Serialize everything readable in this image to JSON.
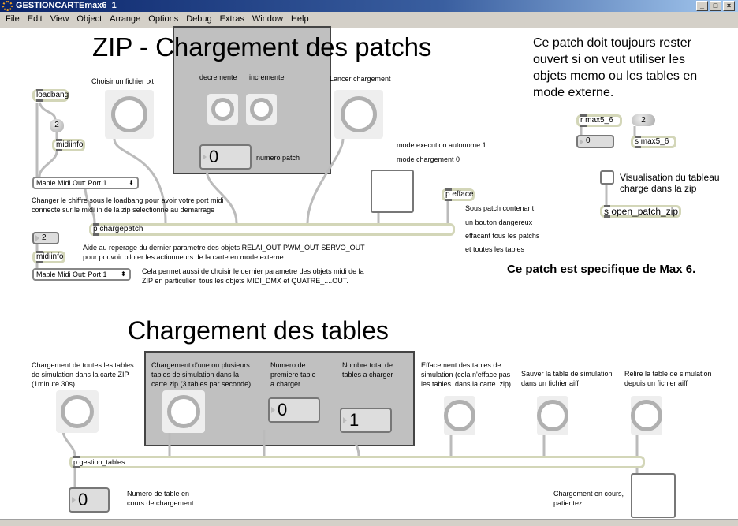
{
  "window": {
    "title": "GESTIONCARTEmax6_1",
    "min": "_",
    "max": "□",
    "close": "×"
  },
  "menu": [
    "File",
    "Edit",
    "View",
    "Object",
    "Arrange",
    "Options",
    "Debug",
    "Extras",
    "Window",
    "Help"
  ],
  "section1": {
    "title": "ZIP - Chargement des patchs",
    "note_right": "Ce patch doit toujours rester\nouvert si on veut utiliser les\nobjets memo ou les tables en\nmode externe.",
    "loadbang": "loadbang",
    "msg2": "2",
    "midiinfo": "midiinfo",
    "umenu": "Maple Midi Out: Port 1",
    "choose_label": "Choisir un fichier txt",
    "decr": "decremente",
    "incr": "incremente",
    "patch_num": "0",
    "patch_num_label": "numero patch",
    "launch_label": "Lancer chargement",
    "mode1": "mode execution autonome 1",
    "mode0": "mode chargement 0",
    "change_text": "Changer le chiffre sous le loadbang pour avoir votre port midi\nconnecte sur le midi in de la zip selectionne au demarrage",
    "chargepatch": "p chargepatch",
    "efface": "p efface",
    "efface_note": [
      "Sous patch contenant",
      "un bouton dangereux",
      "effacant tous les patchs",
      "et toutes les tables"
    ],
    "r_max": "r max5_6",
    "msg2b": "2",
    "num_max": "0",
    "s_max": "s max5_6",
    "visual_label": "Visualisation du tableau\ncharge dans la zip",
    "s_open": "s open_patch_zip",
    "num2": "2",
    "midiinfo2": "midiinfo",
    "umenu2": "Maple Midi Out: Port 1",
    "aide_text": "Aide au reperage du dernier parametre des objets RELAI_OUT PWM_OUT SERVO_OUT\npour pouvoir piloter les actionneurs de la carte en mode externe.",
    "cela_text": "Cela permet aussi de choisir le dernier parametre des objets midi de la\nZIP en particulier  tous les objets MIDI_DMX et QUATRE_....OUT.",
    "specific": "Ce patch est specifique de Max 6."
  },
  "section2": {
    "title": "Chargement des tables",
    "all_label": "Chargement de toutes les tables\nde simulation dans la carte ZIP\n(1minute 30s)",
    "some_label": "Chargement d'une ou plusieurs\ntables de simulation dans la\ncarte zip (3 tables par seconde)",
    "first_label": "Numero de\npremiere table\na charger",
    "first_val": "0",
    "total_label": "Nombre total de\ntables a charger",
    "total_val": "1",
    "erase_label": "Effacement des tables de\nsimulation (cela n'efface pas\nles tables  dans la carte  zip)",
    "save_label": "Sauver la table de simulation\ndans un fichier aiff",
    "read_label": "Relire la table de simulation\ndepuis un fichier aiff",
    "gestion": "p gestion_tables",
    "current_val": "0",
    "current_label": "Numero de table en\ncours de chargement",
    "loading_label": "Chargement en cours,\npatientez"
  }
}
